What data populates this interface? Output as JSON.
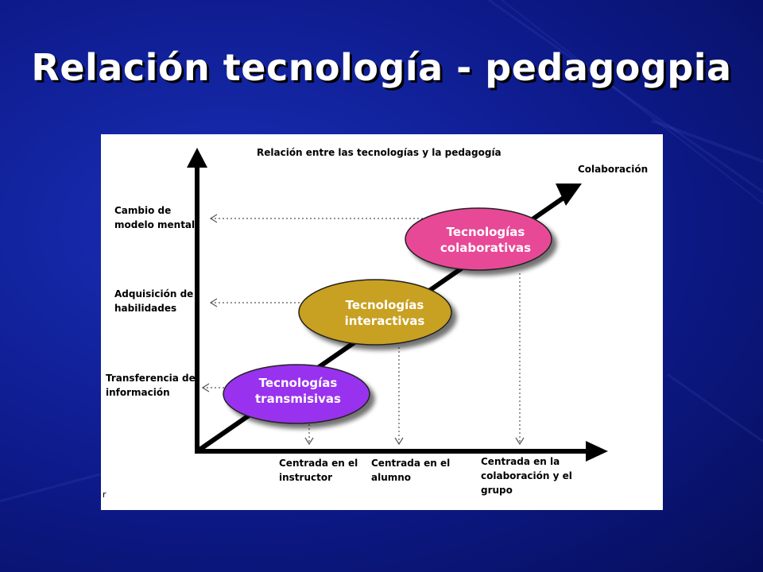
{
  "slide": {
    "title": "Relación tecnología - pedagogpia"
  },
  "diagram": {
    "title": "Relación entre las tecnologías y la pedagogía",
    "arrow_label": "Colaboración",
    "y_levels": [
      {
        "line1": "Cambio de",
        "line2": "modelo mental"
      },
      {
        "line1": "Adquisición de",
        "line2": "habilidades"
      },
      {
        "line1": "Transferencia de",
        "line2": "información"
      }
    ],
    "x_levels": [
      {
        "line1": "Centrada en el",
        "line2": "instructor",
        "line3": ""
      },
      {
        "line1": "Centrada en el",
        "line2": "alumno",
        "line3": ""
      },
      {
        "line1": "Centrada en la",
        "line2": "colaboración y el",
        "line3": "grupo"
      }
    ],
    "nodes": [
      {
        "line1": "Tecnologías",
        "line2": "transmisivas",
        "color": "#9933ee"
      },
      {
        "line1": "Tecnologías",
        "line2": "interactivas",
        "color": "#c8a020"
      },
      {
        "line1": "Tecnologías",
        "line2": "colaborativas",
        "color": "#e84a96"
      }
    ],
    "footnote": "r"
  }
}
